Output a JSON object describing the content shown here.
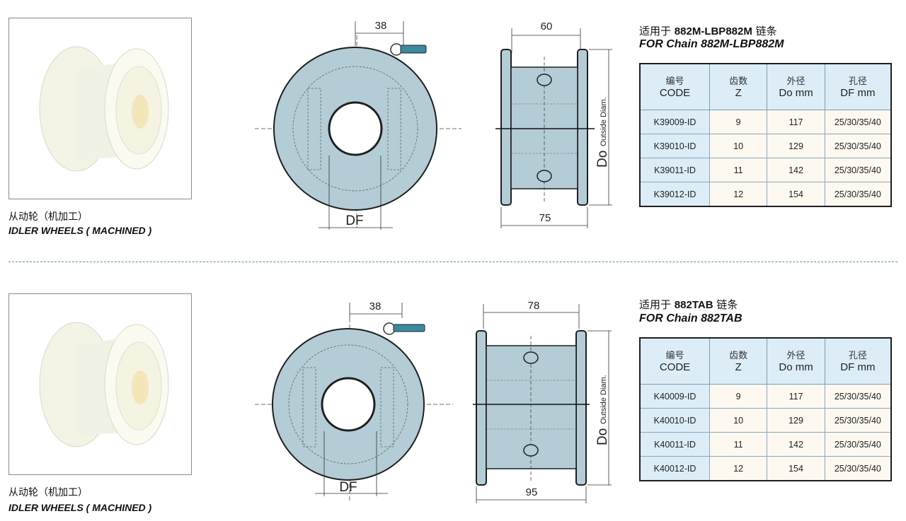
{
  "sections": [
    {
      "caption_cn": "从动轮（机加工）",
      "caption_en": "IDLER WHEELS ( MACHINED )",
      "dims": {
        "top_front": "38",
        "top_side": "60",
        "bottom_side": "75",
        "df": "DF",
        "do": "Do",
        "outside": "Outside Diam."
      },
      "title_cn_prefix": "适用于",
      "title_cn_model": "882M-LBP882M",
      "title_cn_suffix": "链条",
      "title_en": "FOR Chain 882M-LBP882M",
      "headers": [
        {
          "cn": "编号",
          "en": "CODE"
        },
        {
          "cn": "齿数",
          "en": "Z"
        },
        {
          "cn": "外径",
          "en": "Do mm"
        },
        {
          "cn": "孔径",
          "en": "DF mm"
        }
      ],
      "rows": [
        [
          "K39009-ID",
          "9",
          "117",
          "25/30/35/40"
        ],
        [
          "K39010-ID",
          "10",
          "129",
          "25/30/35/40"
        ],
        [
          "K39011-ID",
          "11",
          "142",
          "25/30/35/40"
        ],
        [
          "K39012-ID",
          "12",
          "154",
          "25/30/35/40"
        ]
      ]
    },
    {
      "caption_cn": "从动轮（机加工）",
      "caption_en": "IDLER WHEELS ( MACHINED )",
      "dims": {
        "top_front": "38",
        "top_side": "78",
        "bottom_side": "95",
        "df": "DF",
        "do": "Do",
        "outside": "Outside Diam."
      },
      "title_cn_prefix": "适用于",
      "title_cn_model": "882TAB",
      "title_cn_suffix": "链条",
      "title_en": "FOR Chain 882TAB",
      "headers": [
        {
          "cn": "编号",
          "en": "CODE"
        },
        {
          "cn": "齿数",
          "en": "Z"
        },
        {
          "cn": "外径",
          "en": "Do mm"
        },
        {
          "cn": "孔径",
          "en": "DF mm"
        }
      ],
      "rows": [
        [
          "K40009-ID",
          "9",
          "117",
          "25/30/35/40"
        ],
        [
          "K40010-ID",
          "10",
          "129",
          "25/30/35/40"
        ],
        [
          "K40011-ID",
          "11",
          "142",
          "25/30/35/40"
        ],
        [
          "K40012-ID",
          "12",
          "154",
          "25/30/35/40"
        ]
      ]
    }
  ],
  "colors": {
    "wheel_fill": "#b3ccd6",
    "table_header": "#dcedf7",
    "table_cell": "#fdf9f1",
    "divider": "#5b8aa6"
  }
}
